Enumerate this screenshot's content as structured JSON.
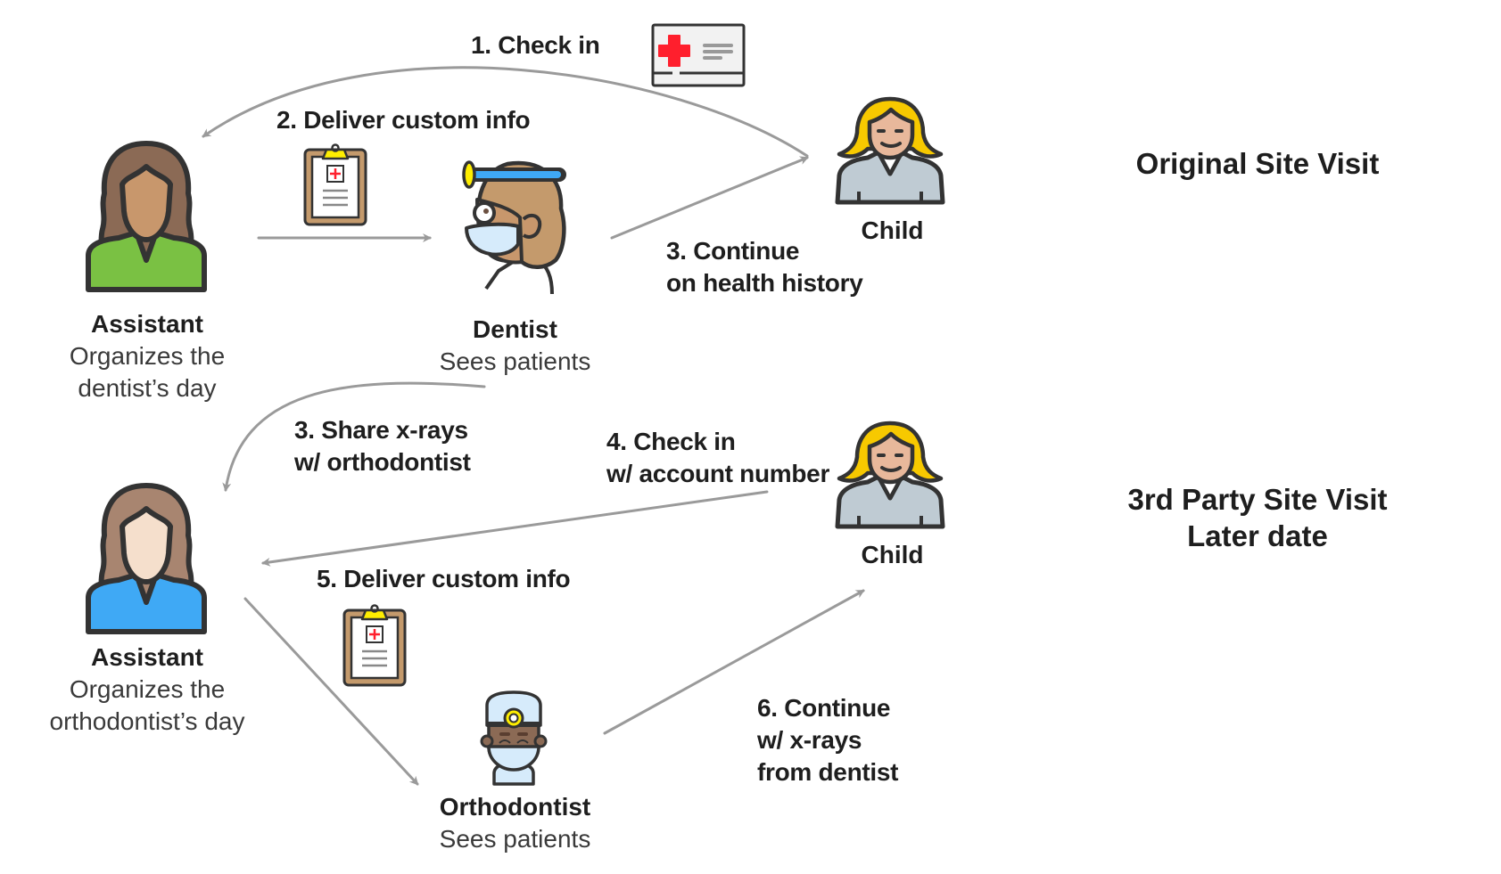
{
  "diagram": {
    "sections": {
      "original": {
        "title": "Original Site Visit"
      },
      "third_party": {
        "title": "3rd Party Site Visit",
        "subtitle": "Later date"
      }
    },
    "roles": {
      "assistant_1": {
        "name": "Assistant",
        "desc_line1": "Organizes the",
        "desc_line2": "dentist’s day",
        "shirt_color": "#7ac143",
        "skin_color": "#c8976c"
      },
      "dentist": {
        "name": "Dentist",
        "desc": "Sees patients"
      },
      "child_1": {
        "name": "Child"
      },
      "assistant_2": {
        "name": "Assistant",
        "desc_line1": "Organizes the",
        "desc_line2": "orthodontist’s day",
        "shirt_color": "#3fa9f5",
        "skin_color": "#f5dfcc"
      },
      "child_2": {
        "name": "Child"
      },
      "orthodontist": {
        "name": "Orthodontist",
        "desc": "Sees patients"
      }
    },
    "steps": {
      "s1": {
        "line1": "1. Check in"
      },
      "s2": {
        "line1": "2. Deliver custom info"
      },
      "s3a": {
        "line1": "3. Continue",
        "line2": "on health history"
      },
      "s3b": {
        "line1": "3.  Share x-rays",
        "line2": "w/ orthodontist"
      },
      "s4": {
        "line1": "4.  Check in",
        "line2": "w/ account number"
      },
      "s5": {
        "line1": "5. Deliver custom info"
      },
      "s6": {
        "line1": "6. Continue",
        "line2": "w/ x-rays",
        "line3": "from dentist"
      }
    },
    "colors": {
      "arrow": "#9a9a9a",
      "outline": "#333333",
      "hair_assistant": "#8b6a55",
      "hair_child": "#f7c900",
      "cross_red": "#ff1f2d",
      "clipboard": "#c49a6c",
      "clip_yellow": "#ffee00"
    }
  }
}
